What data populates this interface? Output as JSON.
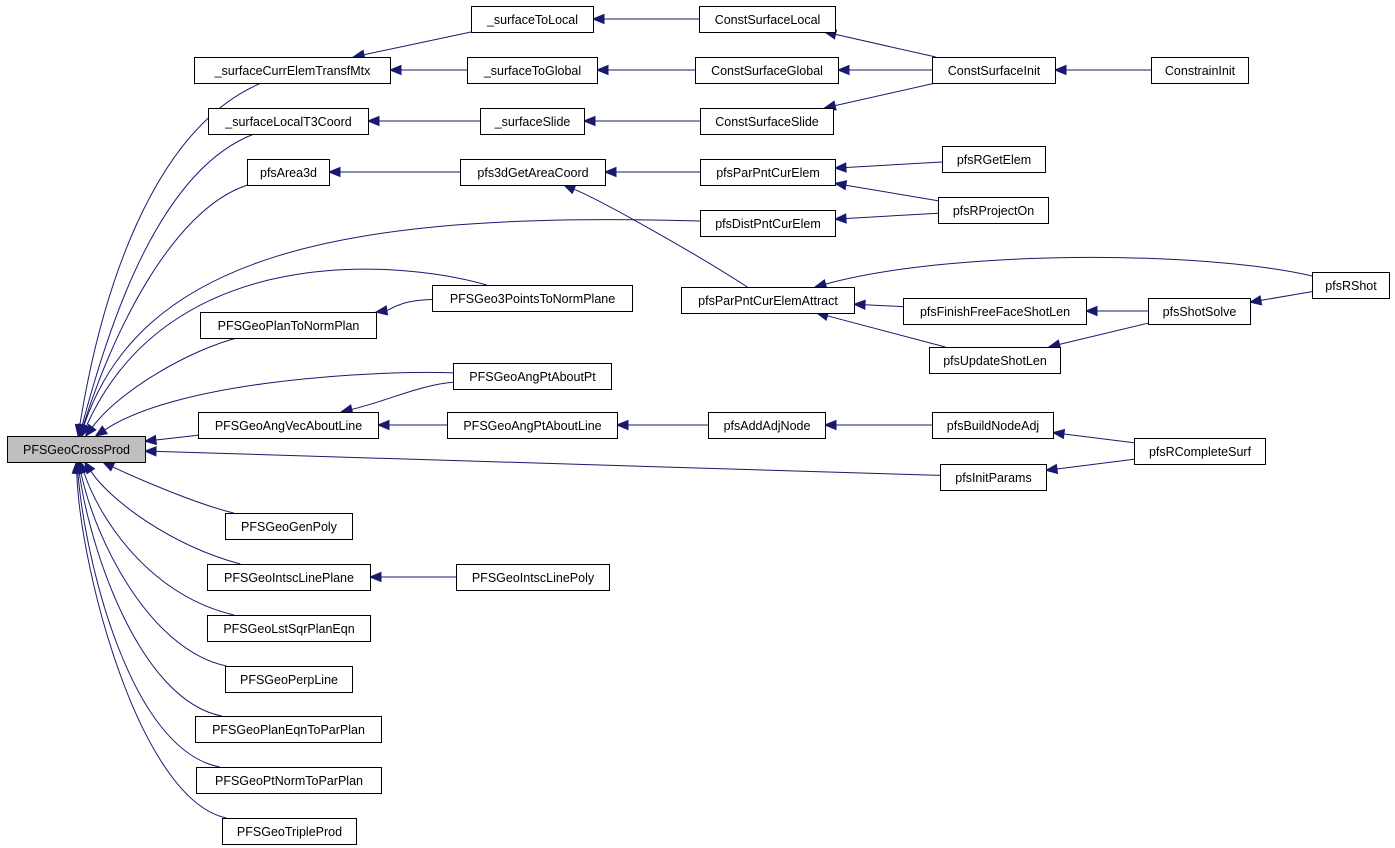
{
  "graph": {
    "root": "PFSGeoCrossProd",
    "nodes": {
      "crossprod": "PFSGeoCrossProd",
      "surfCurr": "_surfaceCurrElemTransfMtx",
      "surfLocalT3": "_surfaceLocalT3Coord",
      "area3d": "pfsArea3d",
      "distPnt": "pfsDistPntCurElem",
      "geo3pts": "PFSGeo3PointsToNormPlane",
      "planToNorm": "PFSGeoPlanToNormPlan",
      "angPtPt": "PFSGeoAngPtAboutPt",
      "angVec": "PFSGeoAngVecAboutLine",
      "initParams": "pfsInitParams",
      "genPoly": "PFSGeoGenPoly",
      "intscPlane": "PFSGeoIntscLinePlane",
      "lstSqr": "PFSGeoLstSqrPlanEqn",
      "perpLine": "PFSGeoPerpLine",
      "planEqn": "PFSGeoPlanEqnToParPlan",
      "ptNorm": "PFSGeoPtNormToParPlan",
      "triple": "PFSGeoTripleProd",
      "toLocal": "_surfaceToLocal",
      "toGlobal": "_surfaceToGlobal",
      "slide": "_surfaceSlide",
      "getArea": "pfs3dGetAreaCoord",
      "attract": "pfsParPntCurElemAttract",
      "angPtLine": "PFSGeoAngPtAboutLine",
      "intscPoly": "PFSGeoIntscLinePoly",
      "constLocal": "ConstSurfaceLocal",
      "constGlobal": "ConstSurfaceGlobal",
      "constSlide": "ConstSurfaceSlide",
      "parPnt": "pfsParPntCurElem",
      "finish": "pfsFinishFreeFaceShotLen",
      "update": "pfsUpdateShotLen",
      "addAdj": "pfsAddAdjNode",
      "constInit": "ConstSurfaceInit",
      "constrain": "ConstrainInit",
      "rGetElem": "pfsRGetElem",
      "rProject": "pfsRProjectOn",
      "shotSolve": "pfsShotSolve",
      "rShot": "pfsRShot",
      "buildAdj": "pfsBuildNodeAdj",
      "rComplete": "pfsRCompleteSurf"
    },
    "edges": [
      [
        "surfCurr",
        "crossprod"
      ],
      [
        "surfLocalT3",
        "crossprod"
      ],
      [
        "area3d",
        "crossprod"
      ],
      [
        "distPnt",
        "crossprod"
      ],
      [
        "geo3pts",
        "crossprod"
      ],
      [
        "planToNorm",
        "crossprod"
      ],
      [
        "angPtPt",
        "crossprod"
      ],
      [
        "angVec",
        "crossprod"
      ],
      [
        "initParams",
        "crossprod"
      ],
      [
        "genPoly",
        "crossprod"
      ],
      [
        "intscPlane",
        "crossprod"
      ],
      [
        "lstSqr",
        "crossprod"
      ],
      [
        "perpLine",
        "crossprod"
      ],
      [
        "planEqn",
        "crossprod"
      ],
      [
        "ptNorm",
        "crossprod"
      ],
      [
        "triple",
        "crossprod"
      ],
      [
        "toLocal",
        "surfCurr"
      ],
      [
        "toGlobal",
        "surfCurr"
      ],
      [
        "slide",
        "surfLocalT3"
      ],
      [
        "getArea",
        "area3d"
      ],
      [
        "geo3pts",
        "planToNorm"
      ],
      [
        "angPtPt",
        "angVec"
      ],
      [
        "angPtLine",
        "angVec"
      ],
      [
        "intscPoly",
        "intscPlane"
      ],
      [
        "constLocal",
        "toLocal"
      ],
      [
        "constGlobal",
        "toGlobal"
      ],
      [
        "constSlide",
        "slide"
      ],
      [
        "parPnt",
        "getArea"
      ],
      [
        "attract",
        "getArea"
      ],
      [
        "addAdj",
        "angPtLine"
      ],
      [
        "constInit",
        "constLocal"
      ],
      [
        "constInit",
        "constGlobal"
      ],
      [
        "constInit",
        "constSlide"
      ],
      [
        "rGetElem",
        "parPnt"
      ],
      [
        "rProject",
        "parPnt"
      ],
      [
        "rProject",
        "distPnt"
      ],
      [
        "rShot",
        "attract"
      ],
      [
        "finish",
        "attract"
      ],
      [
        "update",
        "attract"
      ],
      [
        "shotSolve",
        "finish"
      ],
      [
        "shotSolve",
        "update"
      ],
      [
        "rShot",
        "shotSolve"
      ],
      [
        "buildAdj",
        "addAdj"
      ],
      [
        "constrain",
        "constInit"
      ],
      [
        "rComplete",
        "buildAdj"
      ],
      [
        "rComplete",
        "initParams"
      ]
    ]
  },
  "colors": {
    "edge": "#191970",
    "root_fill": "#bfbfbf",
    "node_fill": "#ffffff",
    "node_border": "#000000"
  }
}
